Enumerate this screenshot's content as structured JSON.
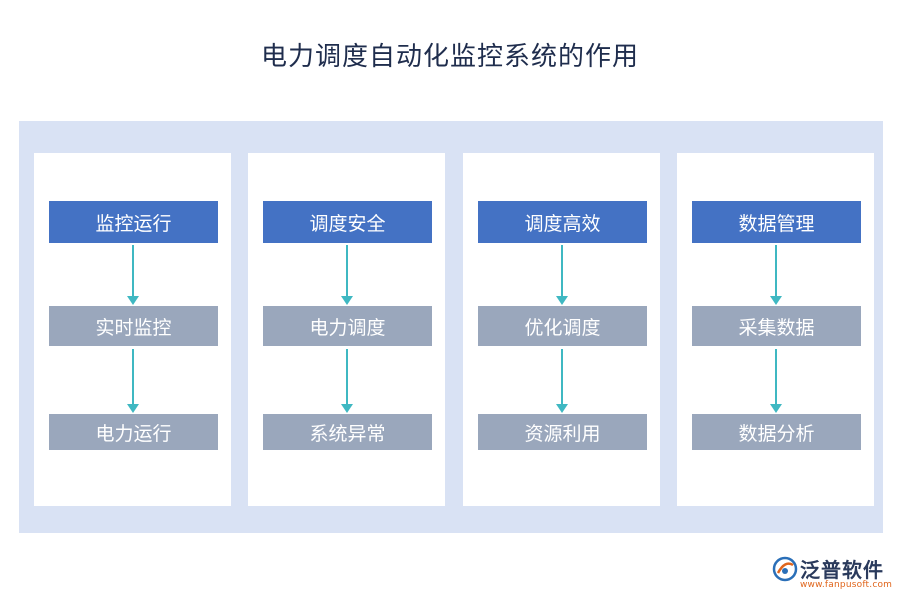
{
  "title": "电力调度自动化监控系统的作用",
  "columns": [
    {
      "head": "监控运行",
      "items": [
        "实时监控",
        "电力运行"
      ]
    },
    {
      "head": "调度安全",
      "items": [
        "电力调度",
        "系统异常"
      ]
    },
    {
      "head": "调度高效",
      "items": [
        "优化调度",
        "资源利用"
      ]
    },
    {
      "head": "数据管理",
      "items": [
        "采集数据",
        "数据分析"
      ]
    }
  ],
  "logo": {
    "name": "泛普软件",
    "url": "www.fanpusoft.com"
  },
  "colors": {
    "head": "#4472c4",
    "item": "#9aa7bc",
    "arrow": "#3fb8c2",
    "panel": "#d9e2f4"
  }
}
